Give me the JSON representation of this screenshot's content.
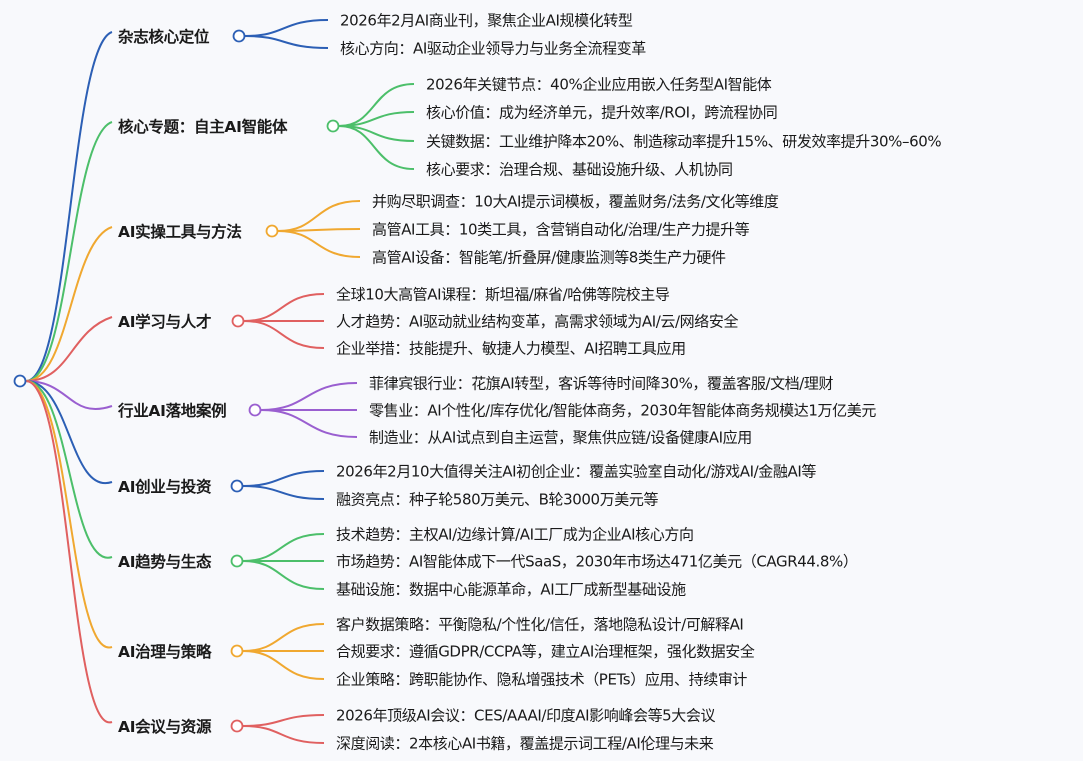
{
  "mindmap": {
    "branches": [
      {
        "label": "杂志核心定位",
        "color": "#2c5fb5",
        "items": [
          "2026年2月AI商业刊，聚焦企业AI规模化转型",
          "核心方向：AI驱动企业领导力与业务全流程变革"
        ]
      },
      {
        "label": "核心专题：自主AI智能体",
        "color": "#4cbf6a",
        "items": [
          "2026年关键节点：40%企业应用嵌入任务型AI智能体",
          "核心价值：成为经济单元，提升效率/ROI，跨流程协同",
          "关键数据：工业维护降本20%、制造稼动率提升15%、研发效率提升30%–60%",
          "核心要求：治理合规、基础设施升级、人机协同"
        ]
      },
      {
        "label": "AI实操工具与方法",
        "color": "#f0a830",
        "items": [
          "并购尽职调查：10大AI提示词模板，覆盖财务/法务/文化等维度",
          "高管AI工具：10类工具，含营销自动化/治理/生产力提升等",
          "高管AI设备：智能笔/折叠屏/健康监测等8类生产力硬件"
        ]
      },
      {
        "label": "AI学习与人才",
        "color": "#e06060",
        "items": [
          "全球10大高管AI课程：斯坦福/麻省/哈佛等院校主导",
          "人才趋势：AI驱动就业结构变革，高需求领域为AI/云/网络安全",
          "企业举措：技能提升、敏捷人力模型、AI招聘工具应用"
        ]
      },
      {
        "label": "行业AI落地案例",
        "color": "#9a5fd0",
        "items": [
          "菲律宾银行业：花旗AI转型，客诉等待时间降30%，覆盖客服/文档/理财",
          "零售业：AI个性化/库存优化/智能体商务，2030年智能体商务规模达1万亿美元",
          "制造业：从AI试点到自主运营，聚焦供应链/设备健康AI应用"
        ]
      },
      {
        "label": "AI创业与投资",
        "color": "#2c5fb5",
        "items": [
          "2026年2月10大值得关注AI初创企业：覆盖实验室自动化/游戏AI/金融AI等",
          "融资亮点：种子轮580万美元、B轮3000万美元等"
        ]
      },
      {
        "label": "AI趋势与生态",
        "color": "#4cbf6a",
        "items": [
          "技术趋势：主权AI/边缘计算/AI工厂成为企业AI核心方向",
          "市场趋势：AI智能体成下一代SaaS，2030年市场达471亿美元（CAGR44.8%）",
          "基础设施：数据中心能源革命，AI工厂成新型基础设施"
        ]
      },
      {
        "label": "AI治理与策略",
        "color": "#f0a830",
        "items": [
          "客户数据策略：平衡隐私/个性化/信任，落地隐私设计/可解释AI",
          "合规要求：遵循GDPR/CCPA等，建立AI治理框架，强化数据安全",
          "企业策略：跨职能协作、隐私增强技术（PETs）应用、持续审计"
        ]
      },
      {
        "label": "AI会议与资源",
        "color": "#e06060",
        "items": [
          "2026年顶级AI会议：CES/AAAI/印度AI影响峰会等5大会议",
          "深度阅读：2本核心AI书籍，覆盖提示词工程/AI伦理与未来"
        ]
      }
    ]
  }
}
